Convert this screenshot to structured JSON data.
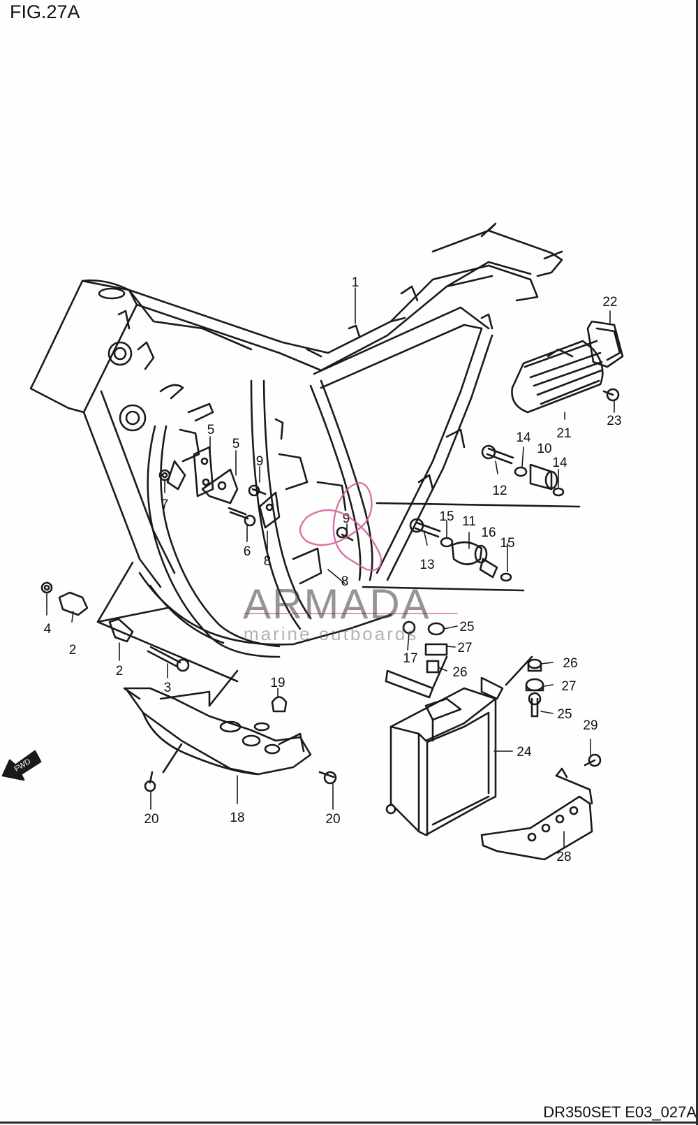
{
  "figure": {
    "title": "FIG.27A",
    "drawing_id": "DR350SET E03_027A",
    "direction_label": "FWD"
  },
  "watermark": {
    "name": "ARMADA",
    "subtitle": "marine outboards",
    "accent_color": "#d45a9a"
  },
  "callouts": [
    "1",
    "2",
    "2",
    "3",
    "4",
    "5",
    "5",
    "6",
    "7",
    "8",
    "8",
    "9",
    "9",
    "10",
    "11",
    "12",
    "13",
    "14",
    "14",
    "15",
    "15",
    "16",
    "17",
    "18",
    "19",
    "20",
    "20",
    "21",
    "22",
    "23",
    "24",
    "25",
    "25",
    "26",
    "26",
    "27",
    "27",
    "28",
    "29"
  ]
}
